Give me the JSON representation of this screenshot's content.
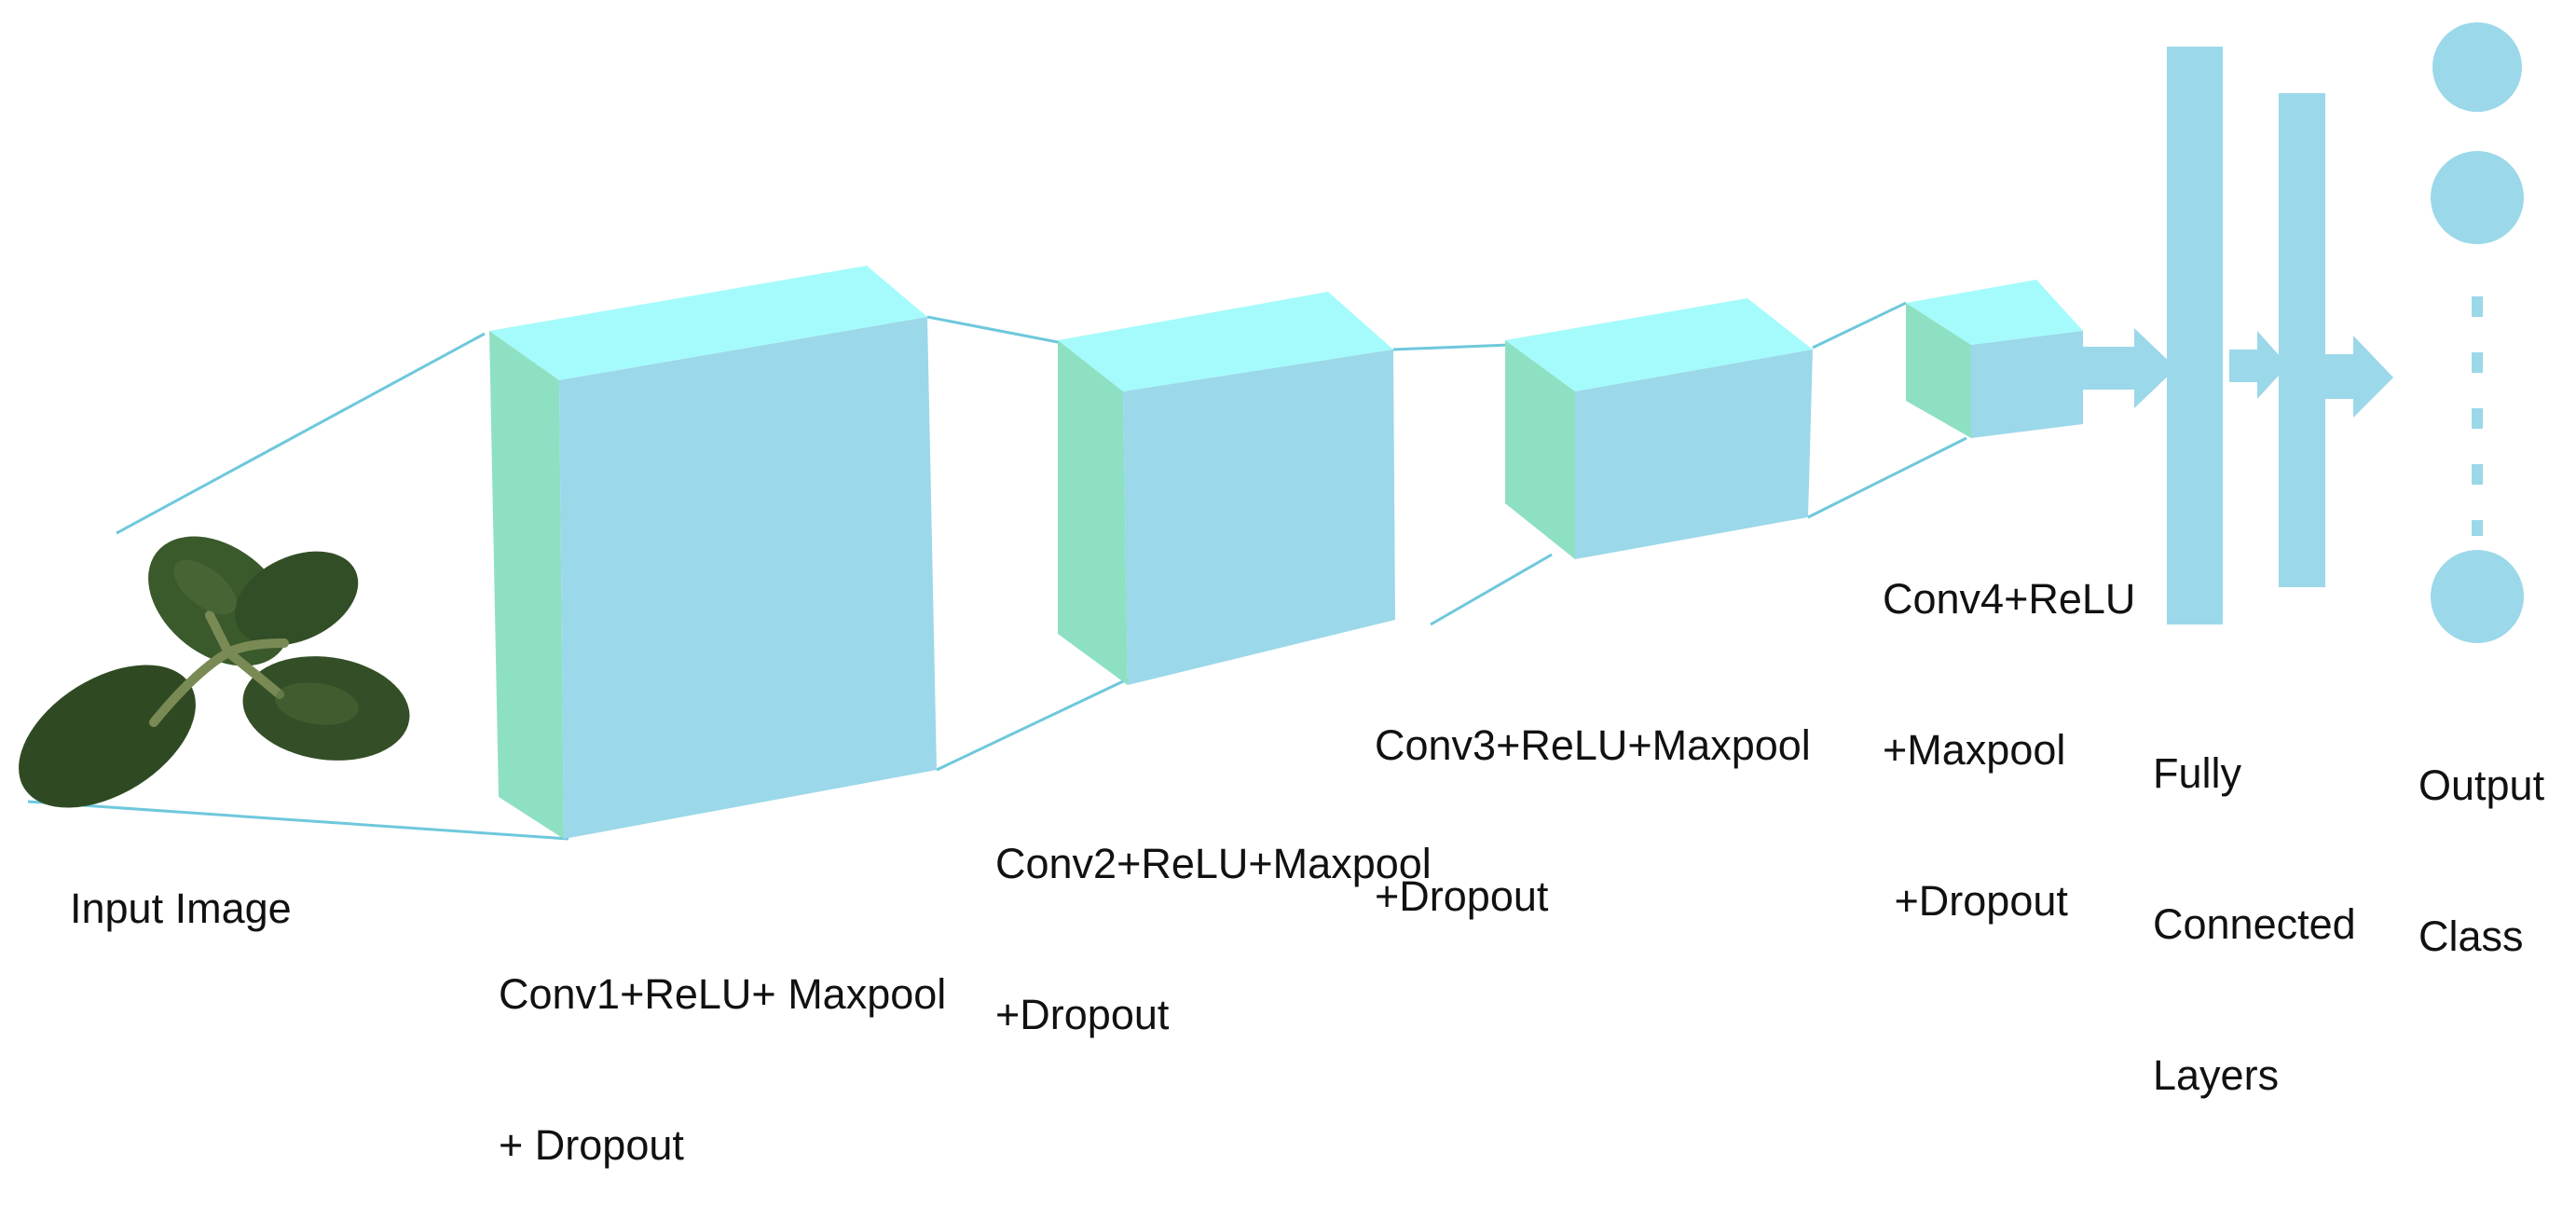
{
  "colors": {
    "block_front": "#9BD8E9",
    "block_top": "#A5FBFB",
    "block_side": "#8EE0C3",
    "connector": "#6EC8DC",
    "leaf_dark": "#2F4A22",
    "leaf_mid": "#4E6B3A"
  },
  "labels": {
    "input": "Input Image",
    "conv1": [
      "Conv1+ReLU+ Maxpool",
      "+ Dropout"
    ],
    "conv2": [
      "Conv2+ReLU+Maxpool",
      "+Dropout"
    ],
    "conv3": [
      "Conv3+ReLU+Maxpool",
      "+Dropout"
    ],
    "conv4": [
      "Conv4+ReLU",
      "+Maxpool",
      " +Dropout"
    ],
    "fc": [
      "Fully",
      "Connected",
      "Layers"
    ],
    "output": [
      "Output",
      "Class"
    ]
  },
  "icons": {
    "input_image": "leaf-rosette-icon",
    "arrow": "right-arrow-icon",
    "output_node": "circle-node-icon"
  }
}
